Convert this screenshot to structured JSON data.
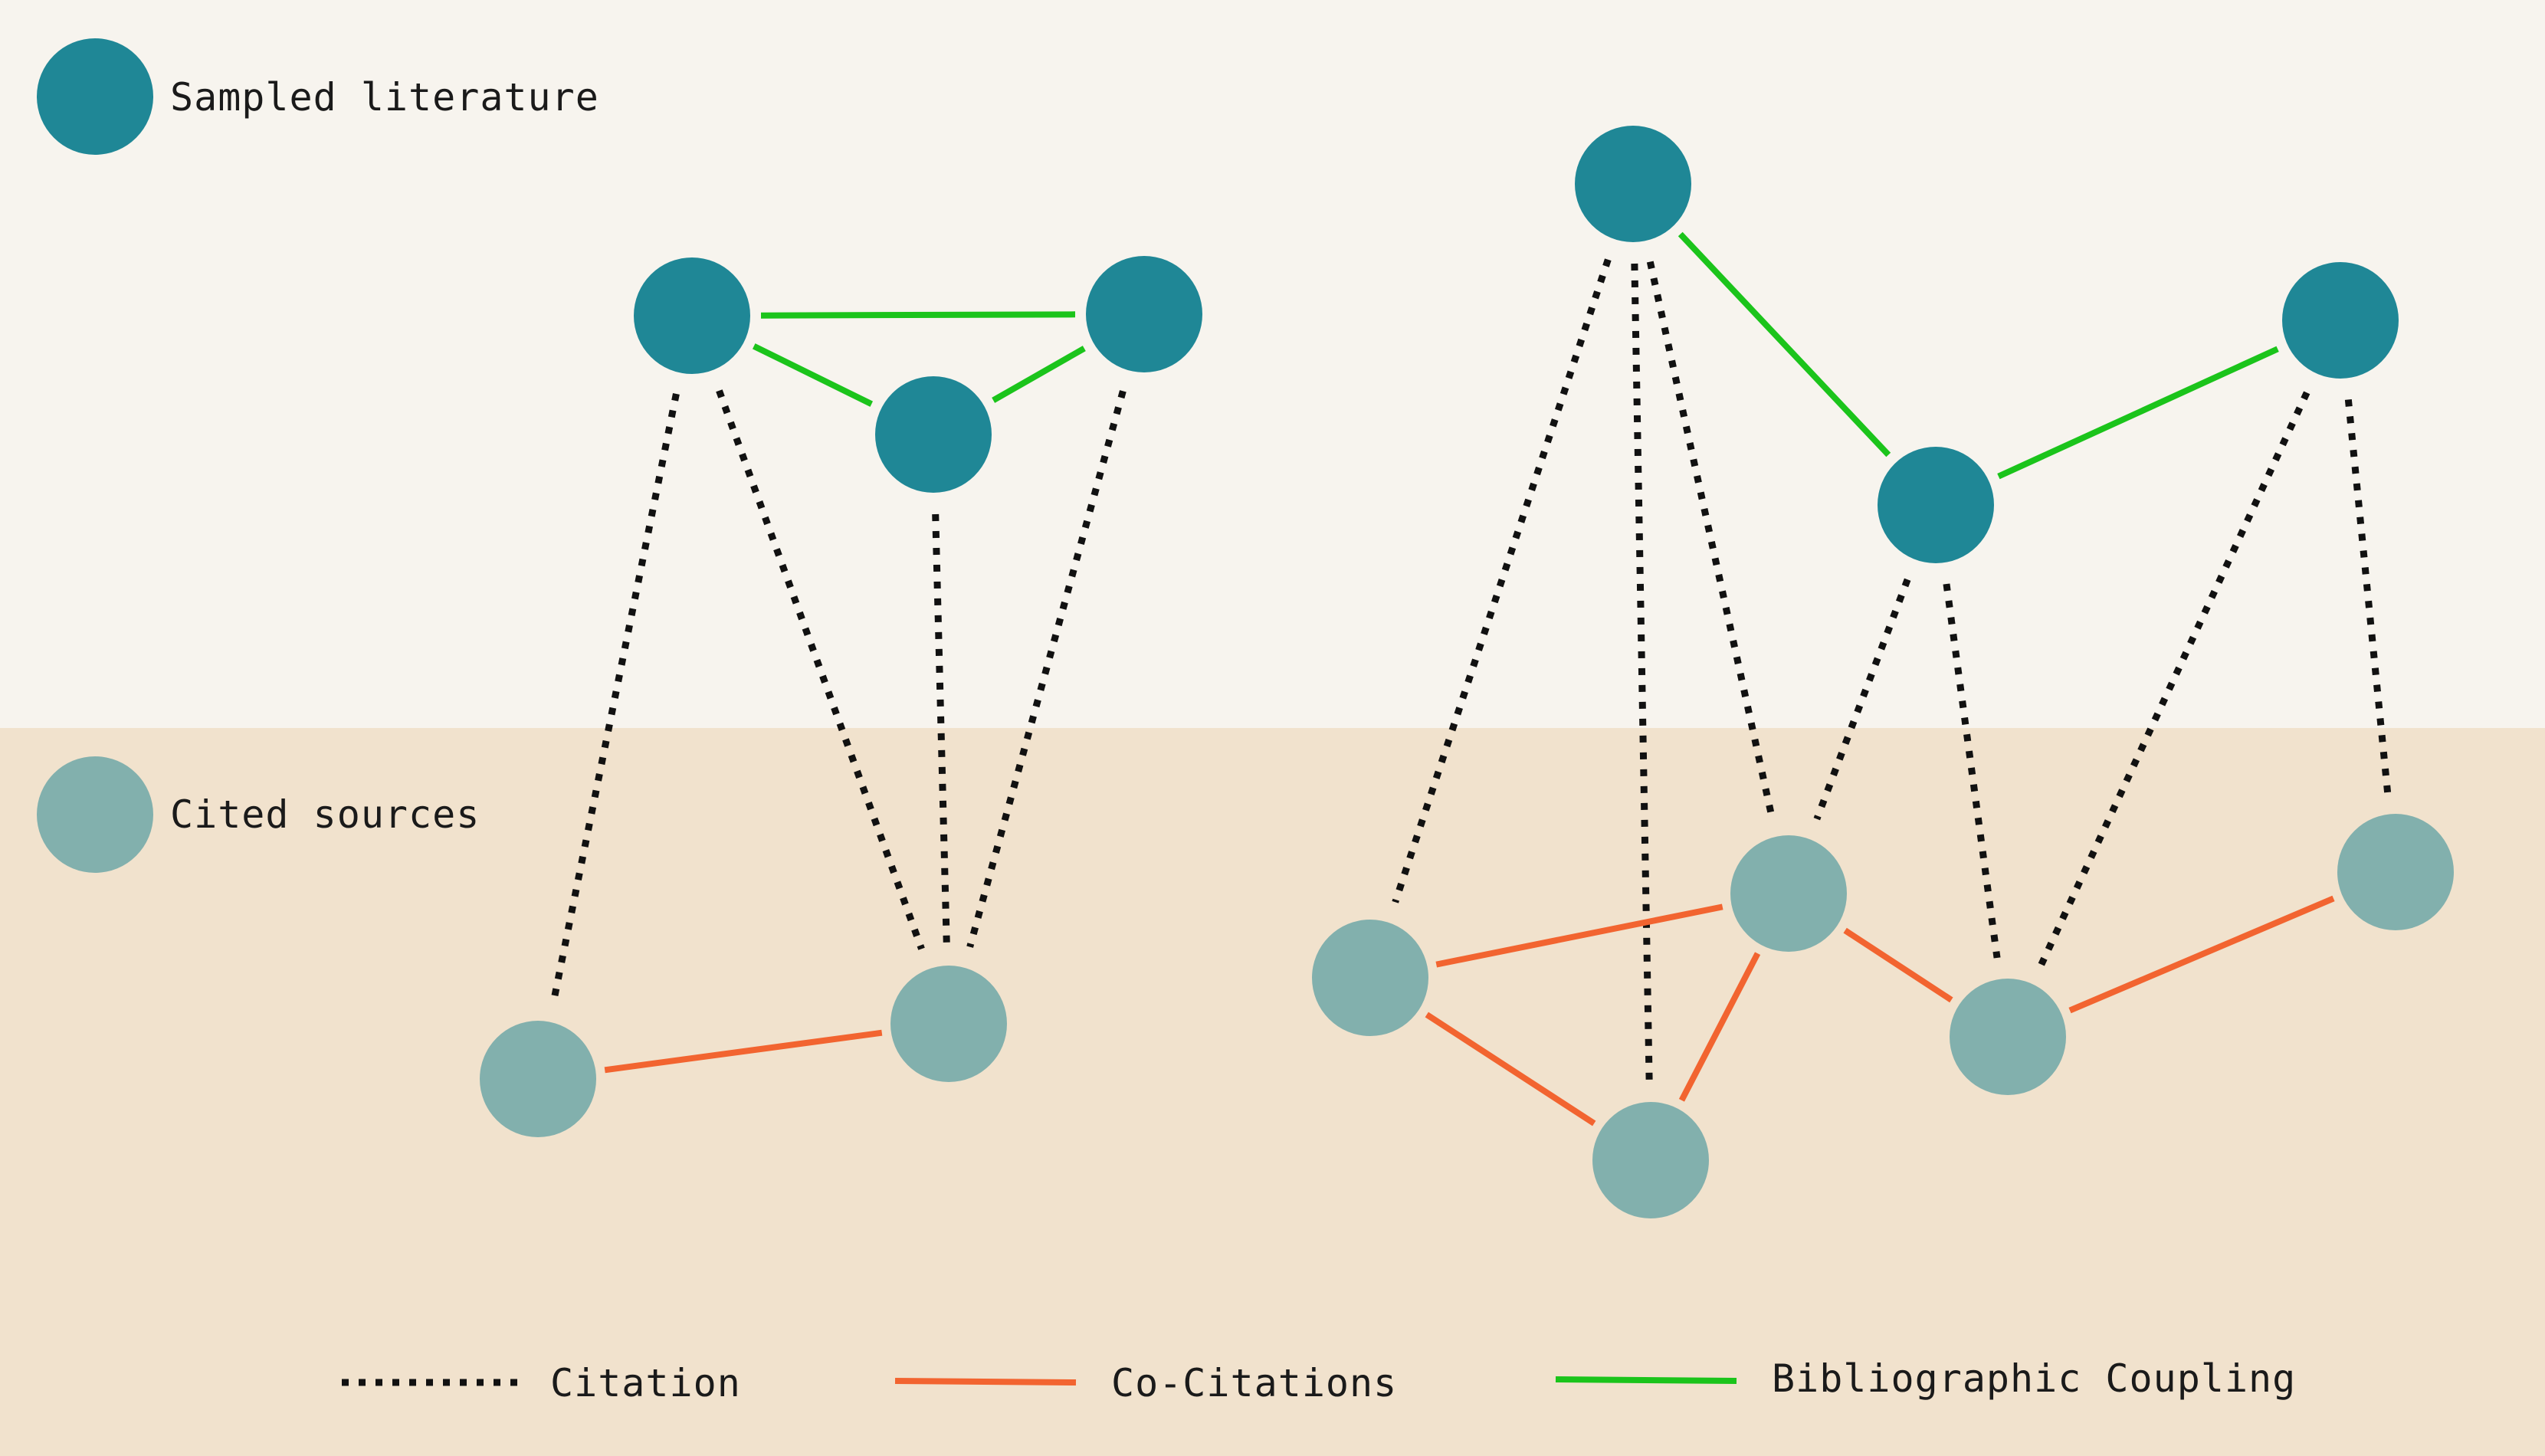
{
  "colors": {
    "background_top": "#f7f4ee",
    "background_bottom": "#f1e2cd",
    "sampled_node": "#1f8796",
    "cited_node": "#82b0ad",
    "citation_edge": "#111111",
    "cocitation_edge": "#f26430",
    "coupling_edge": "#1bc41b"
  },
  "layer_labels": {
    "sampled": "Sampled literature",
    "cited": "Cited sources"
  },
  "legend": {
    "citation": "Citation",
    "cocitation": "Co-Citations",
    "coupling": "Bibliographic Coupling"
  }
}
